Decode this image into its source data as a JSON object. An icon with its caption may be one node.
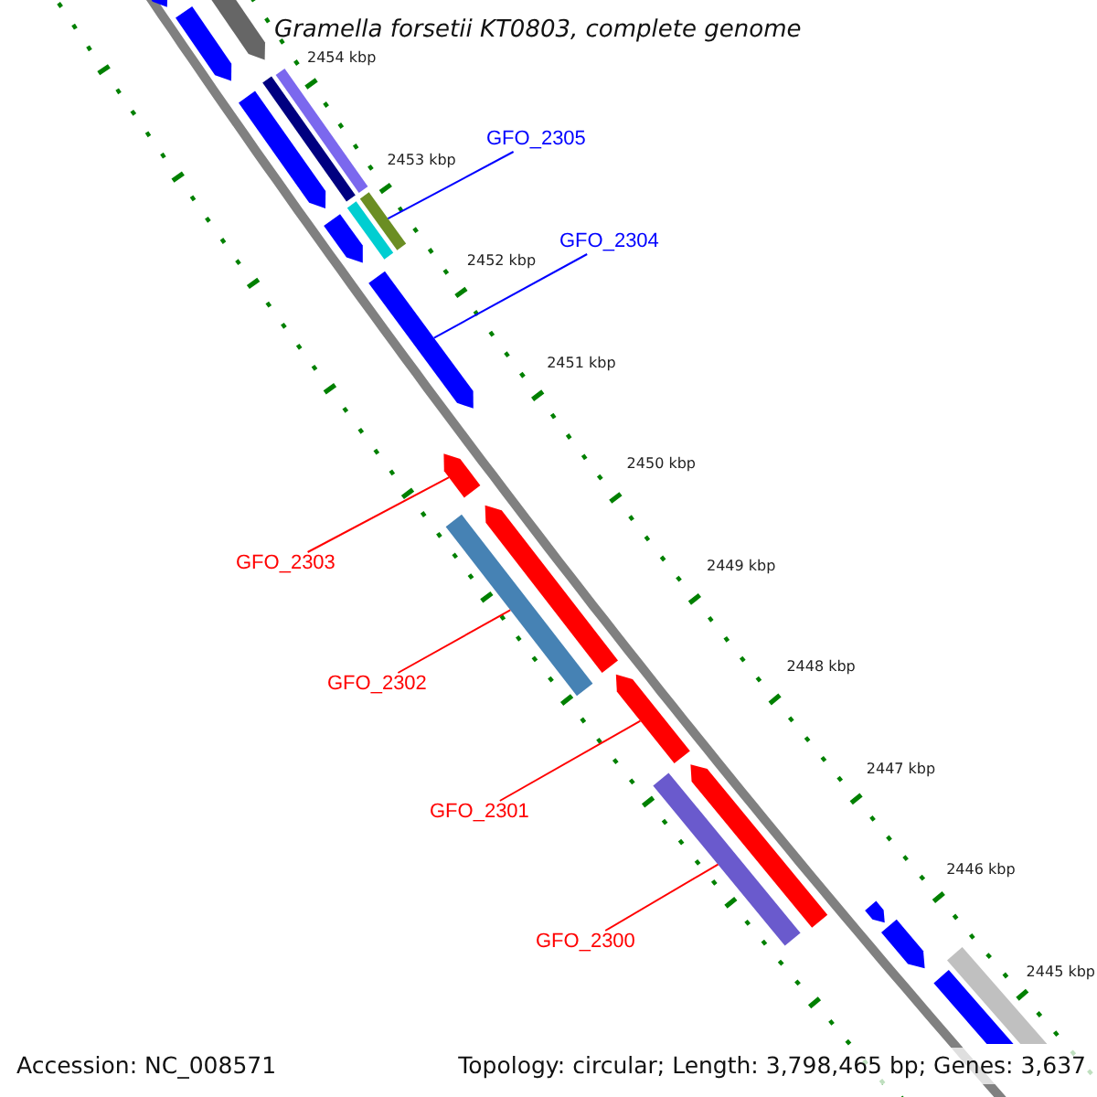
{
  "diagram": {
    "title": "Gramella forsetii KT0803, complete genome",
    "nodes": [
      {
        "text": [
          "GFO_2305"
        ]
      },
      {
        "text": [
          "GFO_2304"
        ]
      },
      {
        "text": [
          "GFO_2303"
        ]
      },
      {
        "text": [
          "GFO_2302"
        ]
      },
      {
        "text": [
          "GFO_2301"
        ]
      },
      {
        "text": [
          "GFO_2300"
        ]
      },
      {
        "text": [],
        "shape": "bar"
      },
      {
        "text": [],
        "shape": "bar"
      },
      {
        "text": [],
        "shape": "bar"
      },
      {
        "text": [],
        "shape": "bar"
      },
      {
        "text": [],
        "shape": "bar"
      },
      {
        "text": [],
        "shape": "bar"
      },
      {
        "text": [],
        "shape": "bar"
      },
      {
        "text": [],
        "shape": "bar"
      },
      {
        "text": [],
        "shape": "bar"
      },
      {
        "text": [],
        "shape": "bar"
      },
      {
        "text": [],
        "shape": "bar"
      },
      {
        "text": [],
        "shape": "bar"
      },
      {
        "text": [],
        "shape": "bar"
      },
      {
        "text": [],
        "shape": "bar"
      },
      {
        "text": [],
        "shape": "bar"
      },
      {
        "text": [],
        "shape": "bar"
      },
      {
        "text": [],
        "shape": "bar"
      },
      {
        "text": [],
        "shape": "bar"
      },
      {
        "text": [],
        "shape": "bar"
      },
      {
        "text": [],
        "shape": "bar"
      }
    ],
    "edges": [
      {
        "from": 0,
        "to": 6,
        "arrow": "none",
        "color": "#0000ff"
      },
      {
        "from": 1,
        "to": 7,
        "arrow": "none",
        "color": "#0000ff"
      },
      {
        "from": 2,
        "to": 8,
        "arrow": "none"
      },
      {
        "from": 3,
        "to": 9,
        "arrow": "none"
      },
      {
        "from": 4,
        "to": 10,
        "arrow": "none"
      },
      {
        "from": 5,
        "to": 11,
        "arrow": "none"
      }
    ],
    "labels": [
      "2454 kbp",
      "2453 kbp",
      "2452 kbp",
      "2451 kbp",
      "2450 kbp",
      "2449 kbp",
      "2448 kbp",
      "2447 kbp",
      "2446 kbp",
      "2445 kbp",
      "Accession: NC_008571",
      "Topology: circular; Length: 3,798,465 bp; Genes: 3,637"
    ]
  }
}
